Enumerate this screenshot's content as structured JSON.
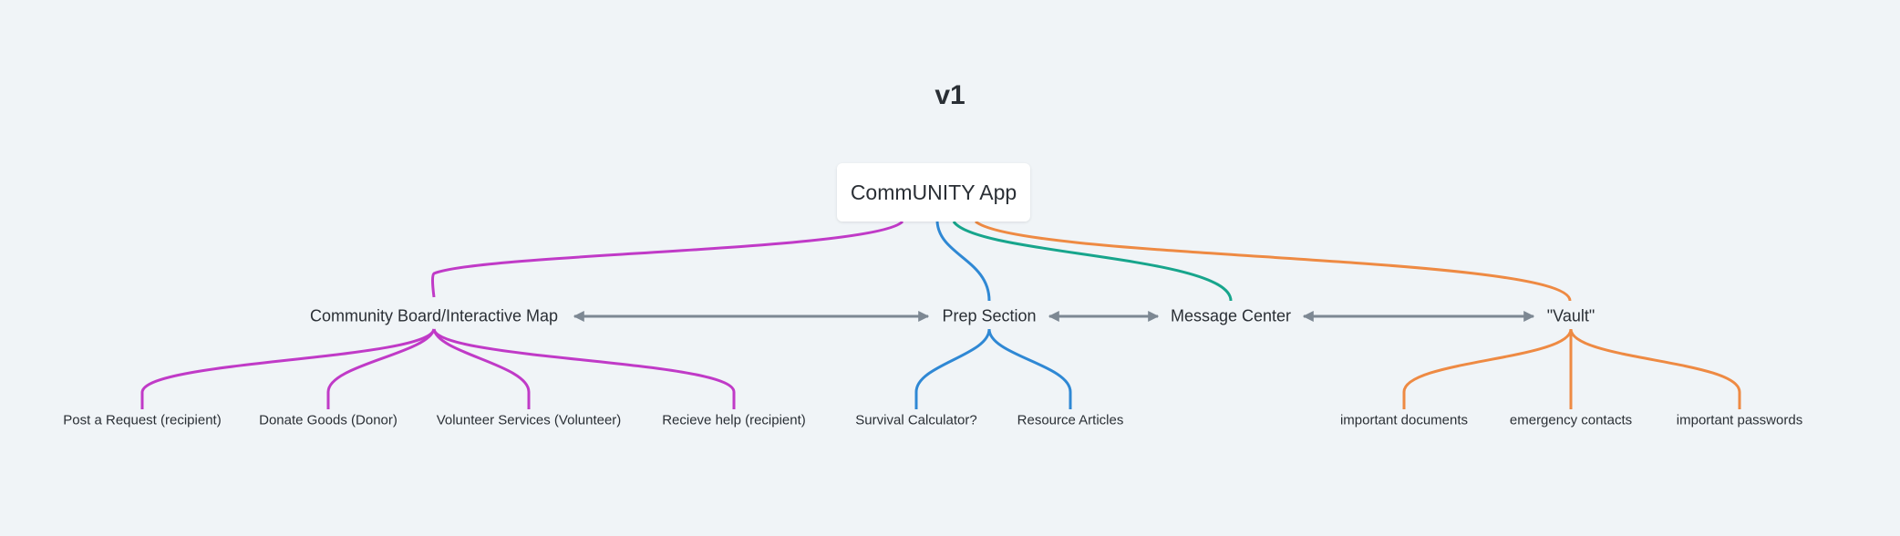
{
  "title": "v1",
  "root": "CommUNITY App",
  "colors": {
    "community": "#c03ac7",
    "prep": "#2f88d4",
    "message": "#17a58c",
    "vault": "#ee8a43",
    "arrow": "#7d8893",
    "background": "#f0f4f7"
  },
  "branches": {
    "community": {
      "label": "Community Board/Interactive Map",
      "children": [
        "Post a Request (recipient)",
        "Donate Goods (Donor)",
        "Volunteer Services (Volunteer)",
        "Recieve help (recipient)"
      ]
    },
    "prep": {
      "label": "Prep Section",
      "children": [
        "Survival Calculator?",
        "Resource Articles"
      ]
    },
    "message": {
      "label": "Message Center",
      "children": []
    },
    "vault": {
      "label": "\"Vault\"",
      "children": [
        "important documents",
        "emergency contacts",
        "important passwords"
      ]
    }
  }
}
